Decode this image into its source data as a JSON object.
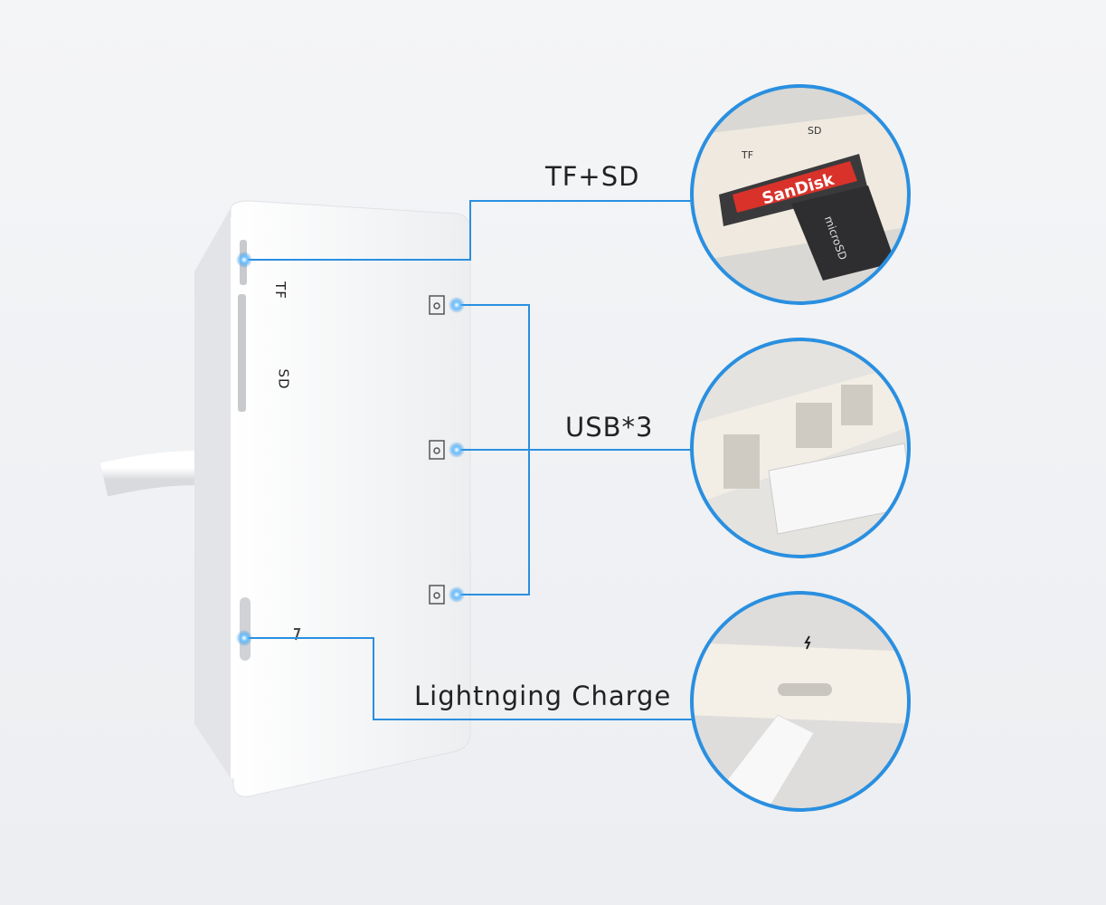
{
  "callouts": {
    "card_reader": {
      "label": "TF+SD",
      "slot_labels": [
        "TF",
        "SD"
      ],
      "card_brand": "SanDisk",
      "microsd_text": "microSD"
    },
    "usb": {
      "label": "USB*3"
    },
    "charge": {
      "label": "Lightnging Charge"
    }
  },
  "device": {
    "slot_labels": [
      "TF",
      "SD"
    ]
  },
  "colors": {
    "accent": "#2a8fe0",
    "device": "#f7f7f8",
    "background": "#eef0f3"
  }
}
